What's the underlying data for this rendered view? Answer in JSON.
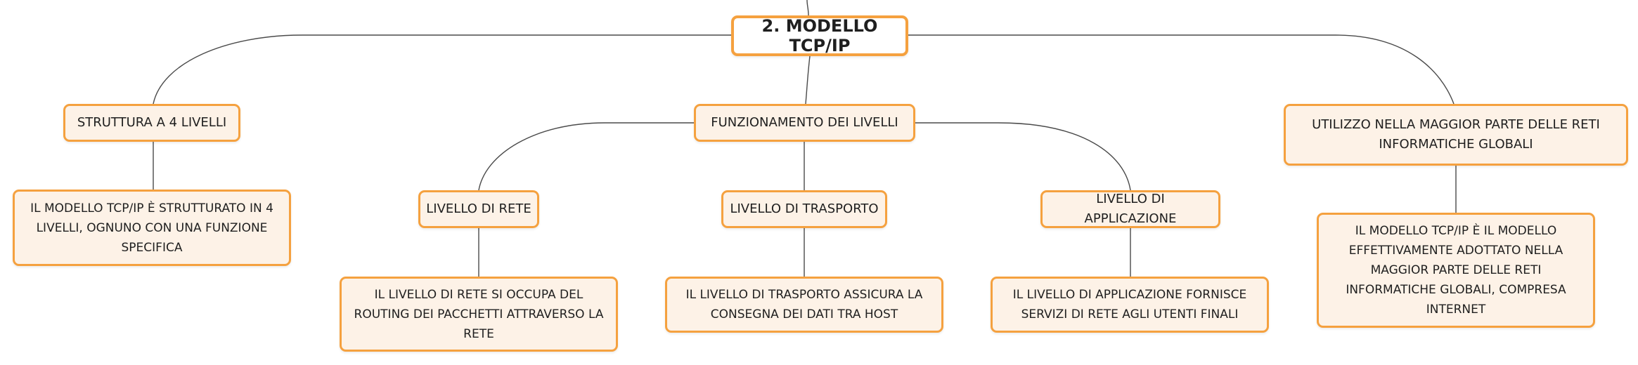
{
  "root": {
    "label": "2. MODELLO TCP/IP"
  },
  "branches": {
    "struttura": {
      "label": "STRUTTURA A 4 LIVELLI",
      "detail": "IL MODELLO TCP/IP È STRUTTURATO IN 4 LIVELLI, OGNUNO CON UNA FUNZIONE SPECIFICA"
    },
    "funzionamento": {
      "label": "FUNZIONAMENTO DEI LIVELLI",
      "rete": {
        "label": "LIVELLO DI RETE",
        "detail": "IL LIVELLO DI RETE SI OCCUPA DEL ROUTING DEI PACCHETTI ATTRAVERSO LA RETE"
      },
      "trasporto": {
        "label": "LIVELLO DI TRASPORTO",
        "detail": "IL LIVELLO DI TRASPORTO ASSICURA LA CONSEGNA DEI DATI TRA HOST"
      },
      "applicazione": {
        "label": "LIVELLO DI APPLICAZIONE",
        "detail": "IL LIVELLO DI APPLICAZIONE FORNISCE SERVIZI DI RETE AGLI UTENTI FINALI"
      }
    },
    "utilizzo": {
      "label": "UTILIZZO NELLA MAGGIOR PARTE DELLE RETI INFORMATICHE GLOBALI",
      "detail": "IL MODELLO TCP/IP È IL MODELLO EFFETTIVAMENTE ADOTTATO NELLA MAGGIOR PARTE DELLE RETI INFORMATICHE GLOBALI, COMPRESA INTERNET"
    }
  },
  "colors": {
    "border": "#f5a13f",
    "fill": "#fdf2e7",
    "line": "#4a4a4a",
    "text": "#1f1f1f"
  }
}
